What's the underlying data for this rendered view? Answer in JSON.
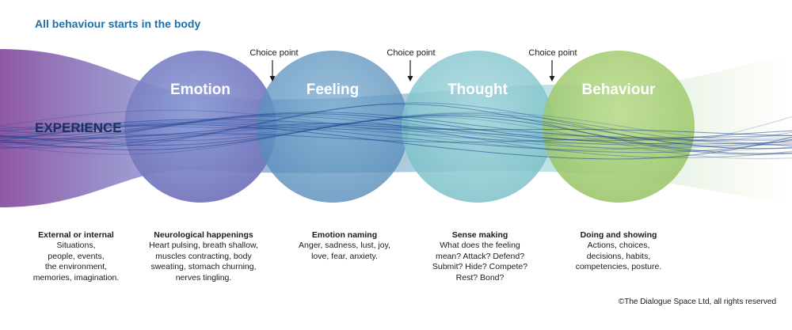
{
  "title": "All behaviour starts in the body",
  "experience_label": "EXPERIENCE",
  "stages": [
    {
      "label": "Emotion"
    },
    {
      "label": "Feeling"
    },
    {
      "label": "Thought"
    },
    {
      "label": "Behaviour"
    }
  ],
  "choice_points": [
    "Choice point",
    "Choice point",
    "Choice point"
  ],
  "columns": [
    {
      "heading": "External or internal",
      "text": "Situations,\npeople, events,\nthe environment,\nmemories, imagination."
    },
    {
      "heading": "Neurological happenings",
      "text": "Heart pulsing, breath shallow,\nmuscles contracting, body\nsweating, stomach churning,\nnerves tingling."
    },
    {
      "heading": "Emotion naming",
      "text": "Anger, sadness, lust, joy,\nlove, fear, anxiety."
    },
    {
      "heading": "Sense making",
      "text": "What does the feeling\nmean? Attack? Defend?\nSubmit? Hide? Compete?\nRest? Bond?"
    },
    {
      "heading": "Doing and showing",
      "text": "Actions, choices,\ndecisions, habits,\ncompetencies, posture."
    }
  ],
  "copyright": "©The Dialogue Space Ltd, all rights reserved",
  "colors": {
    "title": "#1f6fa8",
    "experience": "#1b2f5e",
    "emotion": "#7e7fc4",
    "feeling": "#5f93bf",
    "thought": "#8ccbd2",
    "behaviour": "#a7cd72",
    "wave": "#1b3f8f",
    "band_left": "#8a4fa0",
    "band_right": "#c9e08e"
  }
}
